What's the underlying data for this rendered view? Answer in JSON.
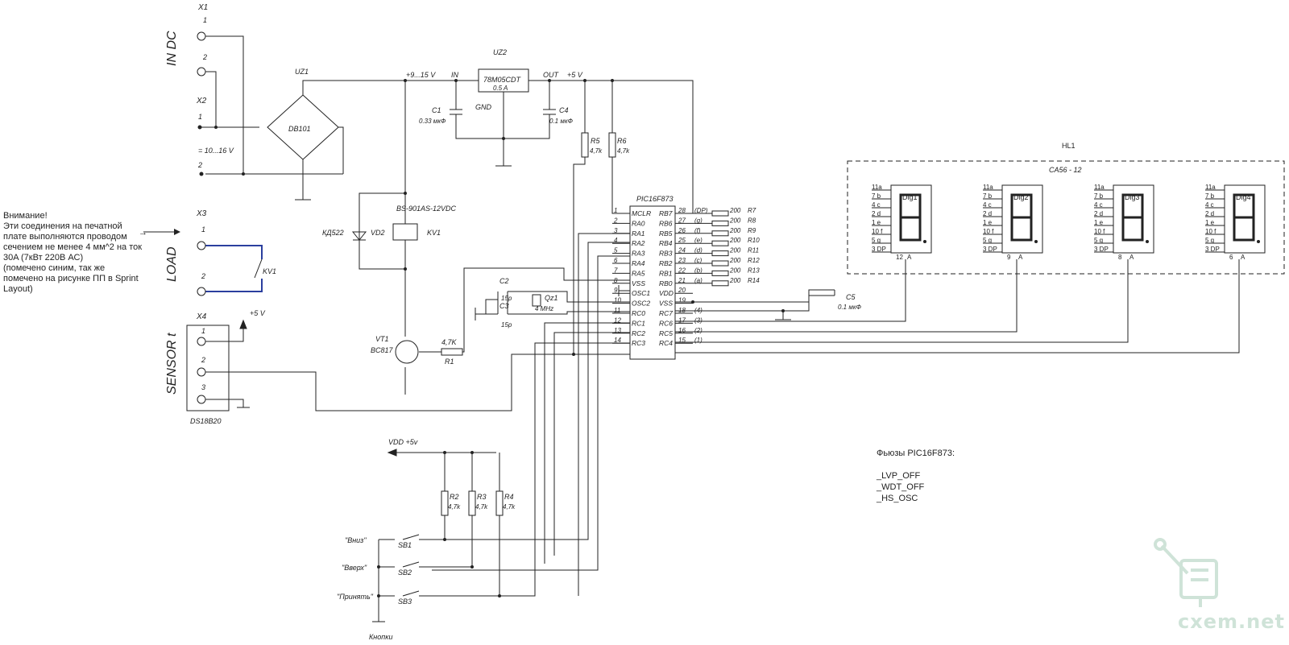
{
  "labels": {
    "in_dc": "IN DC",
    "load": "LOAD",
    "sensor": "SENSOR t",
    "x1": "X1",
    "x2": "X2",
    "x3": "X3",
    "x4": "X4",
    "pin1": "1",
    "pin2": "2",
    "pin3": "3",
    "supply_range": "= 10...16 V",
    "uz1": "UZ1",
    "db101": "DB101",
    "uz2": "UZ2",
    "reg_part": "78M05CDT",
    "reg_current": "0.5 A",
    "reg_in": "IN",
    "reg_out": "OUT",
    "reg_gnd": "GND",
    "v_in": "+9...15 V",
    "v_out": "+5 V",
    "c1": "C1",
    "c1_val": "0.33 мкФ",
    "c4": "C4",
    "c4_val": "0.1 мкФ",
    "r5": "R5",
    "r5_val": "4,7k",
    "r6": "R6",
    "r6_val": "4,7k",
    "relay_part": "BS-901AS-12VDC",
    "kv1": "KV1",
    "vd2": "VD2",
    "kd522": "КД522",
    "vt1": "VT1",
    "vt1_part": "BC817",
    "r1": "R1",
    "r1_val": "4,7K",
    "c2": "C2",
    "c2_val": "15p",
    "c3": "C3",
    "c3_val": "15p",
    "qz1": "Qz1",
    "qz1_val": "4 MHz",
    "c5": "C5",
    "c5_val": "0.1 мкФ",
    "mcu": "PIC16F873",
    "sensor_part": "DS18B20",
    "sensor_vcc": "+5 V",
    "vdd_bus": "VDD +5v",
    "r2": "R2",
    "r3": "R3",
    "r4": "R4",
    "rbtn_val": "4,7k",
    "sb1": "SB1",
    "sb2": "SB2",
    "sb3": "SB3",
    "btn_down": "\"Вниз\"",
    "btn_up": "\"Вверх\"",
    "btn_ok": "\"Принять\"",
    "buttons": "Кнопки",
    "hl1": "HL1",
    "display_part": "CA56 - 12"
  },
  "mcu_left_pins": [
    {
      "num": "1",
      "name": "MCLR"
    },
    {
      "num": "2",
      "name": "RA0"
    },
    {
      "num": "3",
      "name": "RA1"
    },
    {
      "num": "4",
      "name": "RA2"
    },
    {
      "num": "5",
      "name": "RA3"
    },
    {
      "num": "6",
      "name": "RA4"
    },
    {
      "num": "7",
      "name": "RA5"
    },
    {
      "num": "8",
      "name": "VSS"
    },
    {
      "num": "9",
      "name": "OSC1"
    },
    {
      "num": "10",
      "name": "OSC2"
    },
    {
      "num": "11",
      "name": "RC0"
    },
    {
      "num": "12",
      "name": "RC1"
    },
    {
      "num": "13",
      "name": "RC2"
    },
    {
      "num": "14",
      "name": "RC3"
    }
  ],
  "mcu_right_pins": [
    {
      "num": "28",
      "name": "RB7",
      "seg": "(DP)",
      "res": "R7"
    },
    {
      "num": "27",
      "name": "RB6",
      "seg": "(g)",
      "res": "R8"
    },
    {
      "num": "26",
      "name": "RB5",
      "seg": "(f)",
      "res": "R9"
    },
    {
      "num": "25",
      "name": "RB4",
      "seg": "(e)",
      "res": "R10"
    },
    {
      "num": "24",
      "name": "RB3",
      "seg": "(d)",
      "res": "R11"
    },
    {
      "num": "23",
      "name": "RB2",
      "seg": "(c)",
      "res": "R12"
    },
    {
      "num": "22",
      "name": "RB1",
      "seg": "(b)",
      "res": "R13"
    },
    {
      "num": "21",
      "name": "RB0",
      "seg": "(a)",
      "res": "R14"
    },
    {
      "num": "20",
      "name": "VDD",
      "seg": "",
      "res": ""
    },
    {
      "num": "19",
      "name": "VSS",
      "seg": "",
      "res": ""
    },
    {
      "num": "18",
      "name": "RC7",
      "seg": "(4)",
      "res": ""
    },
    {
      "num": "17",
      "name": "RC6",
      "seg": "(3)",
      "res": ""
    },
    {
      "num": "16",
      "name": "RC5",
      "seg": "(2)",
      "res": ""
    },
    {
      "num": "15",
      "name": "RC4",
      "seg": "(1)",
      "res": ""
    }
  ],
  "seg_resistor_value": "200",
  "digits": [
    {
      "name": "Dig1",
      "common_pin": "12",
      "anode": "A"
    },
    {
      "name": "Dig2",
      "common_pin": "9",
      "anode": "A"
    },
    {
      "name": "Dig3",
      "common_pin": "8",
      "anode": "A"
    },
    {
      "name": "Dig4",
      "common_pin": "6",
      "anode": "A"
    }
  ],
  "digit_pins": [
    "11a",
    "7 b",
    "4 c",
    "2 d",
    "1 e",
    "10 f",
    "5 g",
    "3 DP"
  ],
  "note": "Внимание!\nЭти соединения на печатной плате выполняются проводом сечением не менее 4 мм^2 на ток 30A (7кВт 220В АС)\n(помечено синим, так же помечено на рисунке ПП в Sprint Layout)",
  "fuses": {
    "title": "Фьюзы PIC16F873:",
    "items": [
      "_LVP_OFF",
      "_WDT_OFF",
      "_HS_OSC"
    ]
  },
  "watermark": "cxem.net",
  "colors": {
    "wire": "#222222",
    "power_wire": "#2b3f9e",
    "watermark": "#cfe3d8"
  }
}
